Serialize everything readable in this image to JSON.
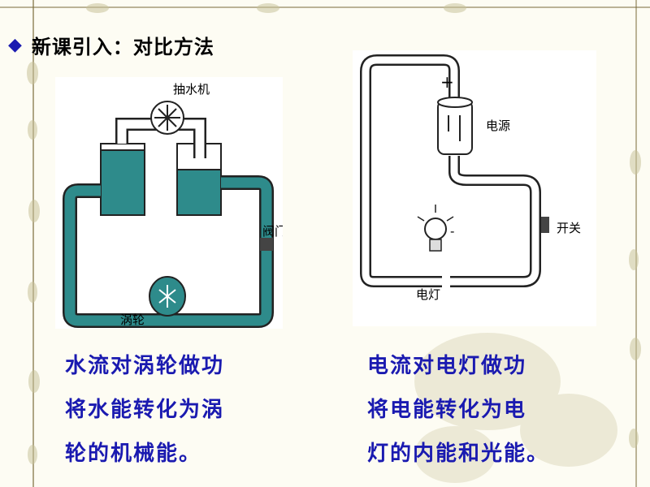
{
  "title": {
    "bullet_icon": "diamond-bullet-icon",
    "text": "新课引入：对比方法"
  },
  "water_diagram": {
    "pump_label": "抽水机",
    "valve_label": "阀门",
    "turbine_label": "涡轮",
    "water_color": "#2e8b8b"
  },
  "circuit_diagram": {
    "power_label": "电源",
    "switch_label": "开关",
    "lamp_label": "电灯",
    "plus_sign": "+",
    "minus_sign": "-"
  },
  "captions": {
    "left": [
      "水流对涡轮做功",
      "将水能转化为涡",
      "轮的机械能。"
    ],
    "right": [
      "电流对电灯做功",
      "将电能转化为电",
      "灯的内能和光能。"
    ]
  },
  "colors": {
    "accent": "#1a1ab0",
    "background": "#fdfcf3"
  }
}
